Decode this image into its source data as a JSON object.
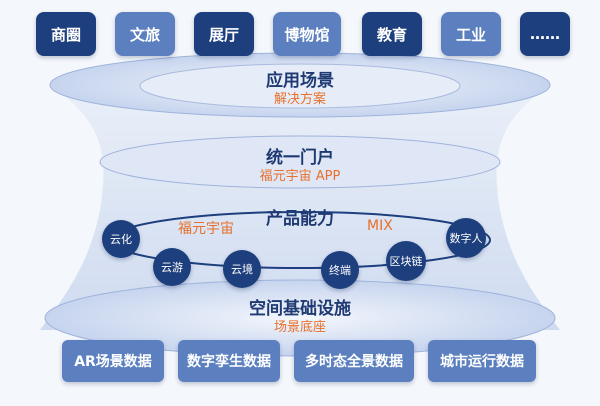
{
  "top_tiles": [
    "商圈",
    "文旅",
    "展厅",
    "博物馆",
    "教育",
    "工业",
    "……"
  ],
  "layers": {
    "application": {
      "title": "应用场景",
      "subtitle": "解决方案"
    },
    "portal": {
      "title": "统一门户",
      "subtitle": "福元宇宙 APP"
    },
    "capability": {
      "title": "产品能力",
      "label_left": "福元宇宙",
      "label_right": "MIX"
    },
    "infrastructure": {
      "title": "空间基础设施",
      "subtitle": "场景底座"
    }
  },
  "capability_nodes": [
    "云化",
    "云游",
    "云境",
    "终端",
    "区块链",
    "数字人"
  ],
  "base_items": [
    "AR场景数据",
    "数字孪生数据",
    "多时态全景数据",
    "城市运行数据"
  ],
  "colors": {
    "dark_blue": "#1d3f7e",
    "mid_blue": "#5b7fbf",
    "title_blue": "#1f3a73",
    "accent_orange": "#e8702a"
  }
}
